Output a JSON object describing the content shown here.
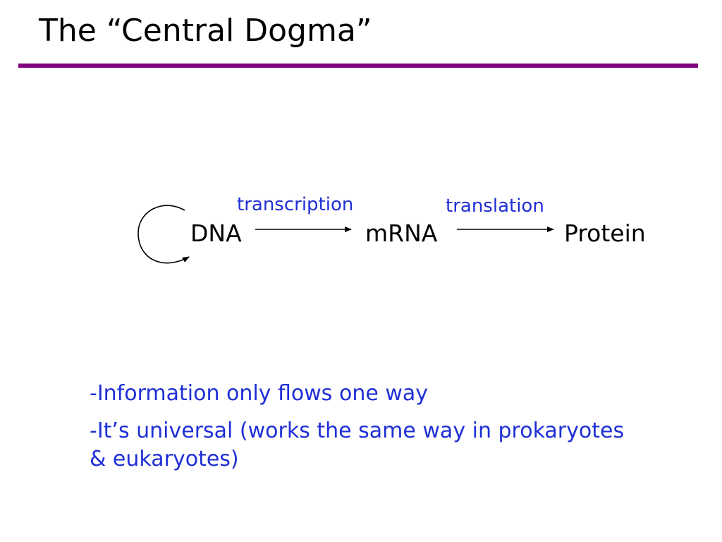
{
  "slide": {
    "title": "The “Central Dogma”",
    "rule_color": "#800080"
  },
  "diagram": {
    "nodes": {
      "dna": "DNA",
      "mrna": "mRNA",
      "protein": "Protein"
    },
    "processes": {
      "transcription": "transcription",
      "translation": "translation"
    },
    "process_color": "#1f2fd6"
  },
  "bullets": [
    "-Information only flows one way",
    "-It’s universal (works the same way in prokaryotes & eukaryotes)"
  ]
}
